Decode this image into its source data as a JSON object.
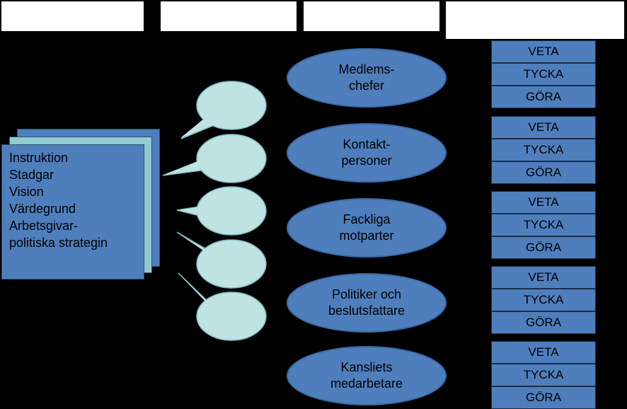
{
  "header_boxes": [
    "",
    "",
    "",
    ""
  ],
  "documents": {
    "lines": [
      "Instruktion",
      "Stadgar",
      "Vision",
      "Värdegrund",
      "Arbetsgivar-",
      "politiska strategin"
    ]
  },
  "speech_bubbles": [
    "",
    "",
    "",
    "",
    ""
  ],
  "groups": [
    {
      "label": "Medlems-\nchefer"
    },
    {
      "label": "Kontakt-\npersoner"
    },
    {
      "label": "Fackliga\nmotparter"
    },
    {
      "label": "Politiker och\nbeslutsfattare"
    },
    {
      "label": "Kansliets\nmedarbetare"
    }
  ],
  "knowledge_levels": [
    "VETA",
    "TYCKA",
    "GÖRA"
  ],
  "colors": {
    "background": "#000000",
    "shape_blue": "#4f7ebc",
    "bubble_light": "#bfe3e3",
    "doc_teal": "#8fcbcf"
  }
}
